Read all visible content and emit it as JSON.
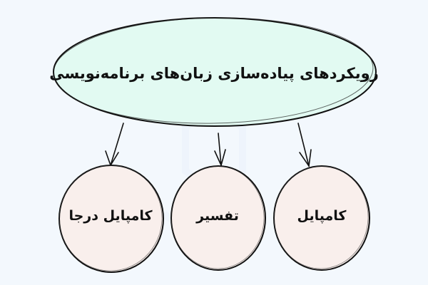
{
  "diagram": {
    "type": "tree",
    "colors": {
      "background": "#f3f8fd",
      "root_fill": "#e2faf2",
      "child_fill": "#f9efec",
      "stroke": "#111111"
    },
    "root": {
      "label": "رویکردهای پیاده‌سازی زبان‌های برنامه‌نویسی"
    },
    "children": [
      {
        "label": "کامپایل"
      },
      {
        "label": "تفسیر"
      },
      {
        "label": "کامپایل درجا"
      }
    ]
  }
}
